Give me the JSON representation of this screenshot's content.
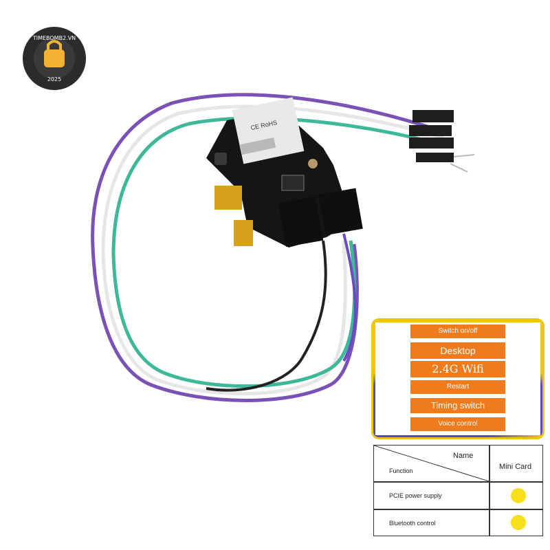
{
  "logo": {
    "top_text": "TIMEBOMB2.VN",
    "year": "2025",
    "colors": {
      "ring": "#2b2b2b",
      "fill": "#f2b233",
      "text": "#ffffff"
    }
  },
  "product": {
    "board_marking": "CE RoHS"
  },
  "features": {
    "items": [
      "Switch on/off",
      "Desktop",
      "2.4G Wifi",
      "Restart",
      "Timing switch",
      "Voice control"
    ],
    "colors": {
      "button": "#f07b1d",
      "frame_top": "#f1c40f",
      "frame_bottom": "#5b4bb3"
    }
  },
  "table": {
    "header_name": "Name",
    "header_function": "Function",
    "header_col": "Mini Card",
    "rows": [
      {
        "label": "PCIE power supply"
      },
      {
        "label": "Bluetooth control"
      }
    ],
    "dot_color": "#f7e01a"
  }
}
